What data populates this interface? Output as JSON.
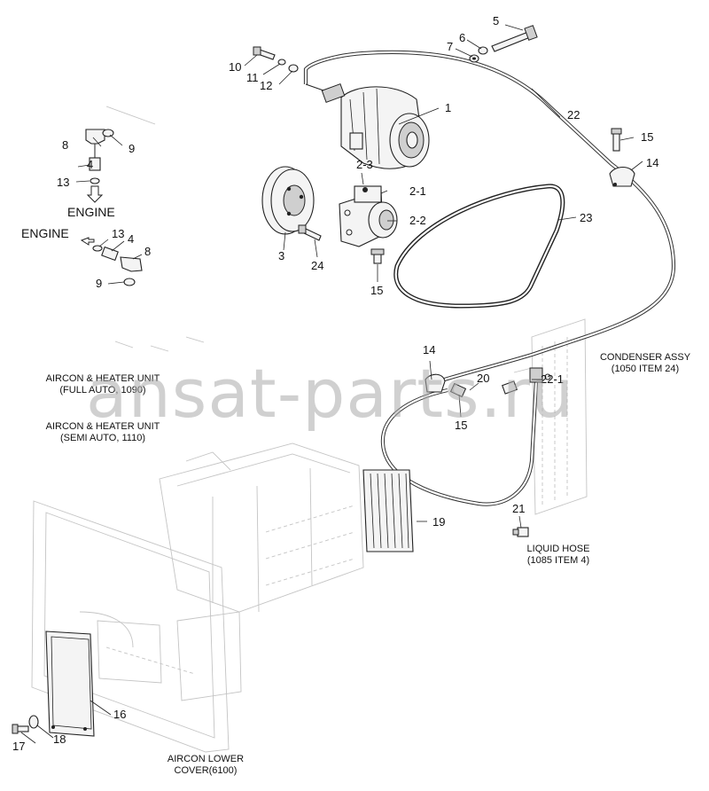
{
  "callouts": {
    "c1": "1",
    "c2_1": "2-1",
    "c2_2": "2-2",
    "c2_3": "2-3",
    "c3": "3",
    "c4a": "4",
    "c4b": "4",
    "c5": "5",
    "c6": "6",
    "c7": "7",
    "c8a": "8",
    "c8b": "8",
    "c9a": "9",
    "c9b": "9",
    "c10": "10",
    "c11": "11",
    "c12": "12",
    "c13a": "13",
    "c13b": "13",
    "c14a": "14",
    "c14b": "14",
    "c15a": "15",
    "c15b": "15",
    "c15c": "15",
    "c16": "16",
    "c17": "17",
    "c18": "18",
    "c19": "19",
    "c20": "20",
    "c21": "21",
    "c22": "22",
    "c22_1": "22-1",
    "c23": "23",
    "c24": "24"
  },
  "notes": {
    "engine_top": "ENGINE",
    "engine_left": "ENGINE",
    "aircon_full_1": "AIRCON & HEATER UNIT",
    "aircon_full_2": "(FULL AUTO, 1090)",
    "aircon_semi_1": "AIRCON & HEATER UNIT",
    "aircon_semi_2": "(SEMI AUTO, 1110)",
    "condenser_1": "CONDENSER ASSY",
    "condenser_2": "(1050 ITEM 24)",
    "liquid_1": "LIQUID HOSE",
    "liquid_2": "(1085 ITEM 4)",
    "lower_1": "AIRCON LOWER",
    "lower_2": "COVER(6100)"
  },
  "watermark": "ansat-parts.ru"
}
